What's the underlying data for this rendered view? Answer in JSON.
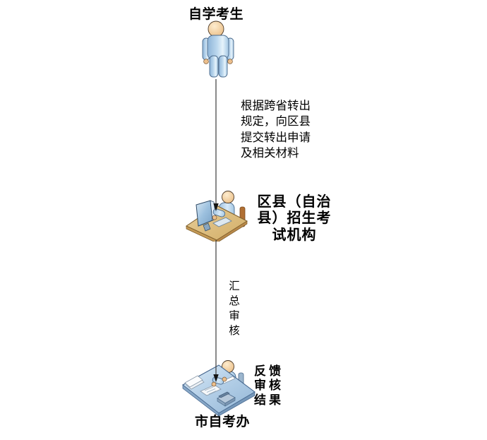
{
  "flowchart": {
    "nodes": {
      "examinee": {
        "label": "自学考生",
        "icon": "standing-person-icon"
      },
      "district_office": {
        "label_lines": [
          "区县（自治",
          "县）招生考",
          "试机构"
        ],
        "icon": "person-at-computer-desk-icon"
      },
      "city_office": {
        "label": "市自考办",
        "icon": "person-at-service-desk-icon"
      }
    },
    "edges": {
      "submit": {
        "from": "examinee",
        "to": "district_office",
        "annotation_lines": [
          "根据跨省转出",
          "规定，向区县",
          "提交转出申请",
          "及相关材料"
        ]
      },
      "review": {
        "from": "district_office",
        "to": "city_office",
        "annotation_chars": [
          "汇",
          "总",
          "审",
          "核"
        ]
      },
      "feedback": {
        "annotation_lines": [
          "反馈",
          "审核",
          "结果"
        ]
      }
    },
    "colors": {
      "background": "#ffffff",
      "text": "#000000",
      "connector_line": "#4a4a4a",
      "arrowhead": "#141414",
      "figure_body_blue": "#aacbe7",
      "figure_skin": "#f0c998",
      "desk_wood_tan": "#dcbd82",
      "desk_blue": "#b5d0e8"
    }
  }
}
